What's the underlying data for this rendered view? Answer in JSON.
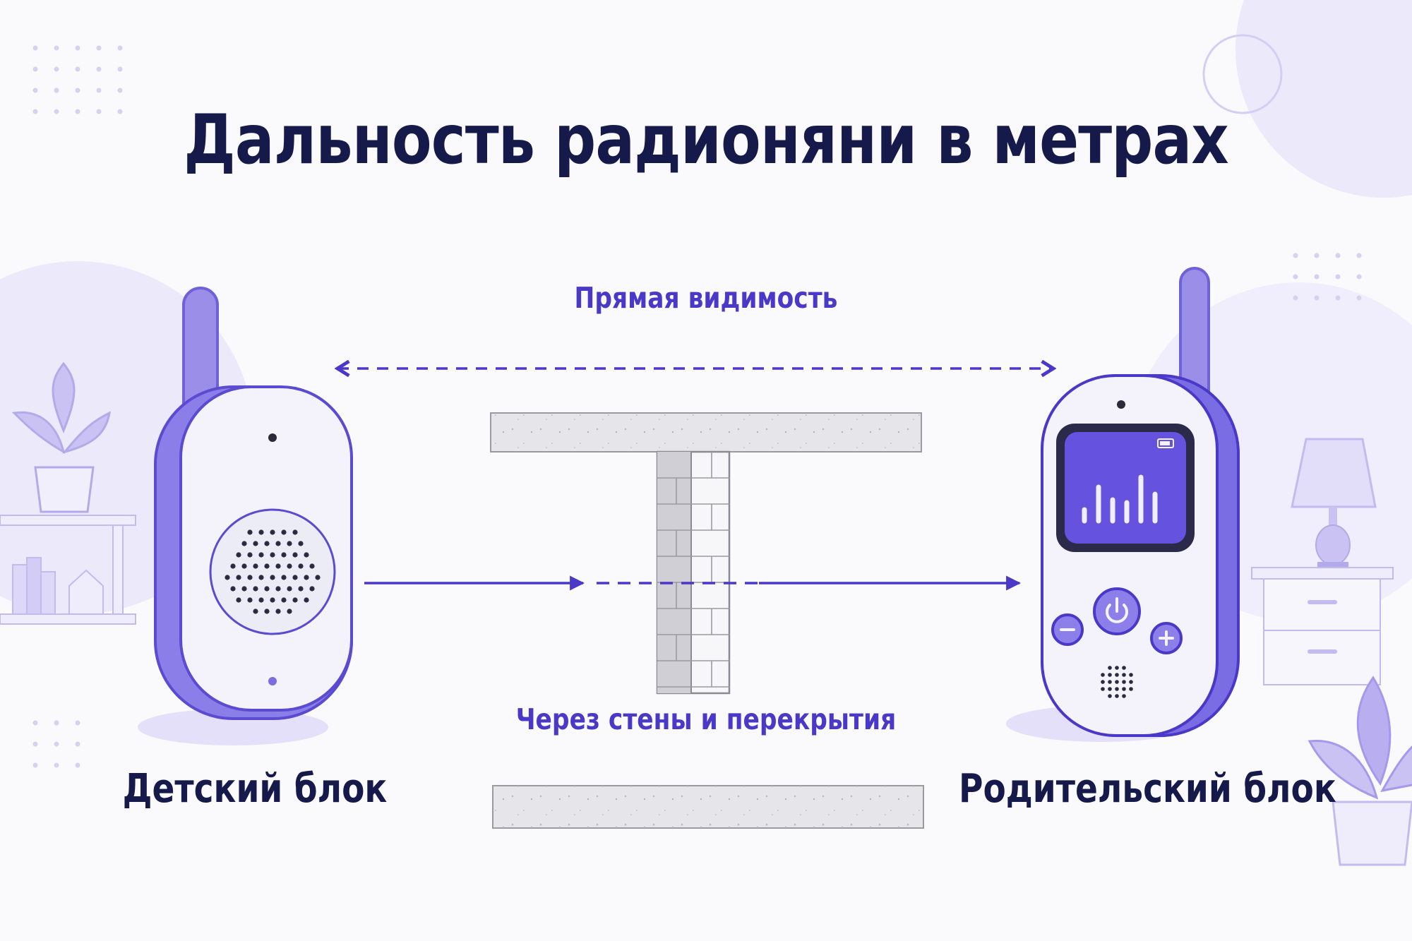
{
  "title": "Дальность радионяни в метрах",
  "labels": {
    "line_of_sight": "Прямая видимость",
    "through_walls": "Через стены и перекрытия",
    "child_unit": "Детский блок",
    "parent_unit": "Родительский блок"
  },
  "colors": {
    "navy_text": "#161a4a",
    "accent_purple": "#4a39c8",
    "device_purple": "#8b7ee8",
    "light_lavender": "#ece9fb"
  },
  "icons": {
    "child_unit": "baby-monitor-transmitter-icon",
    "parent_unit": "baby-monitor-receiver-icon",
    "power": "power-icon",
    "minus": "minus-icon",
    "plus": "plus-icon",
    "battery": "battery-icon",
    "sound": "sound-bars-icon"
  }
}
